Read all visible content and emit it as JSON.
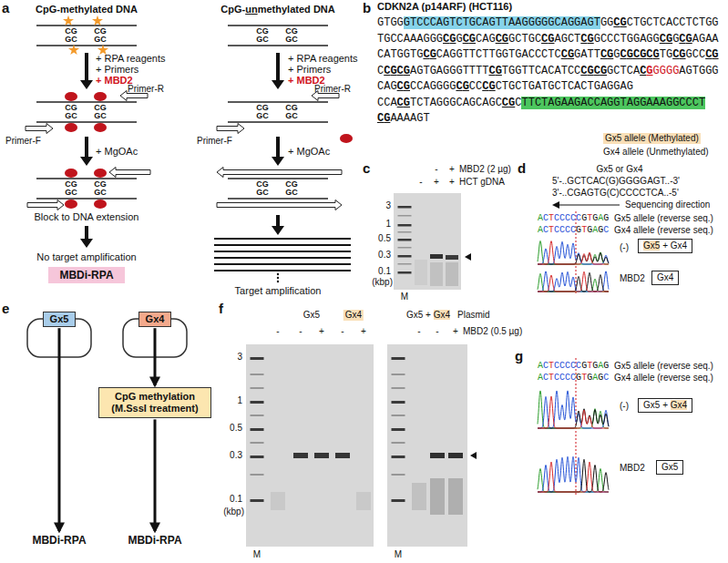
{
  "diagram": {
    "nodes": [
      {
        "text": [
          "MBDi-RPA"
        ]
      },
      {
        "text": [
          "Gx5 + Gx4"
        ]
      },
      {
        "text": [
          "Gx4"
        ]
      },
      {
        "text": [
          "Gx5"
        ]
      },
      {
        "text": [
          "Gx4"
        ]
      },
      {
        "text": [
          "CpG methylation (M.SssI treatment)"
        ]
      },
      {
        "text": [
          "MBDi-RPA"
        ]
      },
      {
        "text": [
          "MBDi-RPA"
        ]
      },
      {
        "text": [
          "Gx5 + Gx4"
        ]
      },
      {
        "text": [
          "Gx5"
        ]
      }
    ],
    "edges": [
      {
        "from": 3,
        "to": 6,
        "arrow": "to"
      },
      {
        "from": 4,
        "to": 5,
        "arrow": "to"
      },
      {
        "from": 5,
        "to": 7,
        "arrow": "to"
      }
    ],
    "labels": [
      "a",
      "CpG-methylated DNA",
      "CpG-unmethylated DNA",
      "CG",
      "GC",
      "CG",
      "GC",
      "CG",
      "GC",
      "CG",
      "GC",
      "+ RPA reagents",
      "+ Primers",
      "+ MBD2",
      "+ RPA reagents",
      "+ Primers",
      "+ MBD2",
      "Primer-R",
      "Primer-R",
      "CG",
      "GC",
      "CG",
      "GC",
      "CG",
      "GC",
      "CG",
      "GC",
      "Primer-F",
      "Primer-F",
      "+ MgOAc",
      "+ MgOAc",
      "CG",
      "GC",
      "CG",
      "GC",
      "CG",
      "GC",
      "CG",
      "GC",
      "Block to DNA extension",
      "No target amplification",
      "Target amplification",
      "b",
      "CDKN2A (p14ARF) (HCT116)",
      "GTGGGTCCCAGTCTGCAGTTAAGGGGGCAGGAGTGGCGCTGCTCACCTCTGG",
      "TGCCAAAGGGCGGCGCAGCGGCTGCCGAGCTCGGCCCTGGAGGCGGCGAGAA",
      "CATGGTGCGCAGGTTCTTGGTGACCCTCCGGATTCGGCGCGCGTGCGGCCCG",
      "CCGCGAGTGAGGGTTTTCGTGGTTCACATCCCGCGGCTCACGGGGGAGTGGG",
      "CAGCGCCAGGGGCGCCCGCTGCTGATGCTCACTGAGGAG",
      "CCACGTCTAGGGCAGCAGCCGCTTCTAGAAGACCAGGTAGGAAAGGCCCT",
      "CGAAAAGT",
      "Gx5 allele (Methylated)",
      "Gx4 allele (Unmethylated)",
      "c",
      "-",
      "+",
      "MBD2 (2 µg)",
      "-",
      "+",
      "+",
      "HCT gDNA",
      "3",
      "1",
      "0.5",
      "0.3",
      "0.1",
      "(kbp)",
      "M",
      "d",
      "Gx5 or Gx4",
      "5'-..GCTCAC(G)GGGGAGT..-3'",
      "3'-..CGAGTG(C)CCCCTCA..-5'",
      "Sequencing direction",
      "ACTCCCCCGTGAG",
      "Gx5 allele (reverse seq.)",
      "ACTCCCCGTGAGC",
      "Gx4 allele (reverse seq.)",
      "(-)",
      "MBD2",
      "e",
      "f",
      "Gx5",
      "Gx4",
      "Gx5 + Gx4",
      "Plasmid",
      "-",
      "-",
      "+",
      "-",
      "+",
      "-",
      "-",
      "+",
      "MBD2 (0.5 µg)",
      "3",
      "1",
      "0.5",
      "0.3",
      "0.1",
      "(kbp)",
      "M",
      "M",
      "g",
      "ACTCCCCCGTGAG",
      "Gx5 allele (reverse seq.)",
      "ACTCCCCGTGAGC",
      "Gx4 allele (reverse seq.)",
      "(-)",
      "MBD2"
    ]
  }
}
